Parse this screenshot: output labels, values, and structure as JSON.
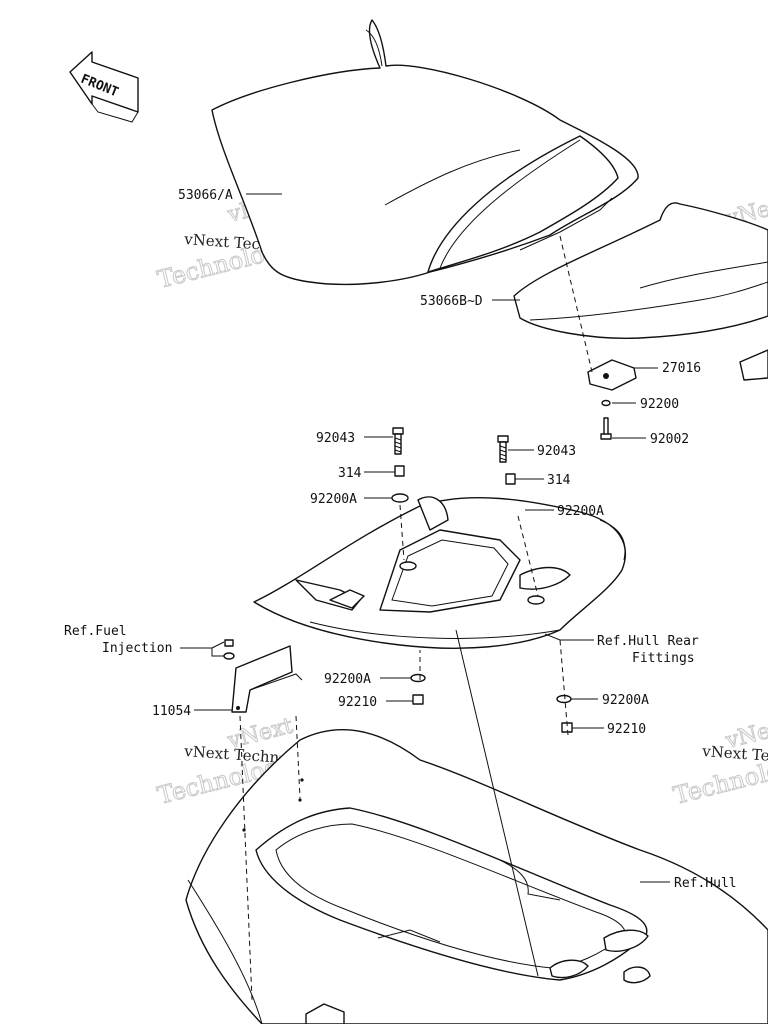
{
  "front_arrow": {
    "label": "FRONT"
  },
  "watermark": {
    "company": "vNext Technologies",
    "line1": "vNext",
    "line2": "Technologies"
  },
  "parts": {
    "seat_front": "53066/A",
    "seat_rear": "53066B~D",
    "bracket_27016": "27016",
    "washer_92200": "92200",
    "bolt_92002": "92002",
    "bolt_92043_left": "92043",
    "bolt_92043_right": "92043",
    "collar_314_left": "314",
    "collar_314_right": "314",
    "washer_92200A_left": "92200A",
    "washer_92200A_right": "92200A",
    "washer_92200A_lower_left": "92200A",
    "washer_92200A_lower_right": "92200A",
    "nut_92210_left": "92210",
    "nut_92210_right": "92210",
    "bracket_11054": "11054"
  },
  "refs": {
    "fuel_injection_line1": "Ref.Fuel",
    "fuel_injection_line2": "Injection",
    "hull_rear_line1": "Ref.Hull Rear",
    "hull_rear_line2": "Fittings",
    "hull": "Ref.Hull"
  }
}
